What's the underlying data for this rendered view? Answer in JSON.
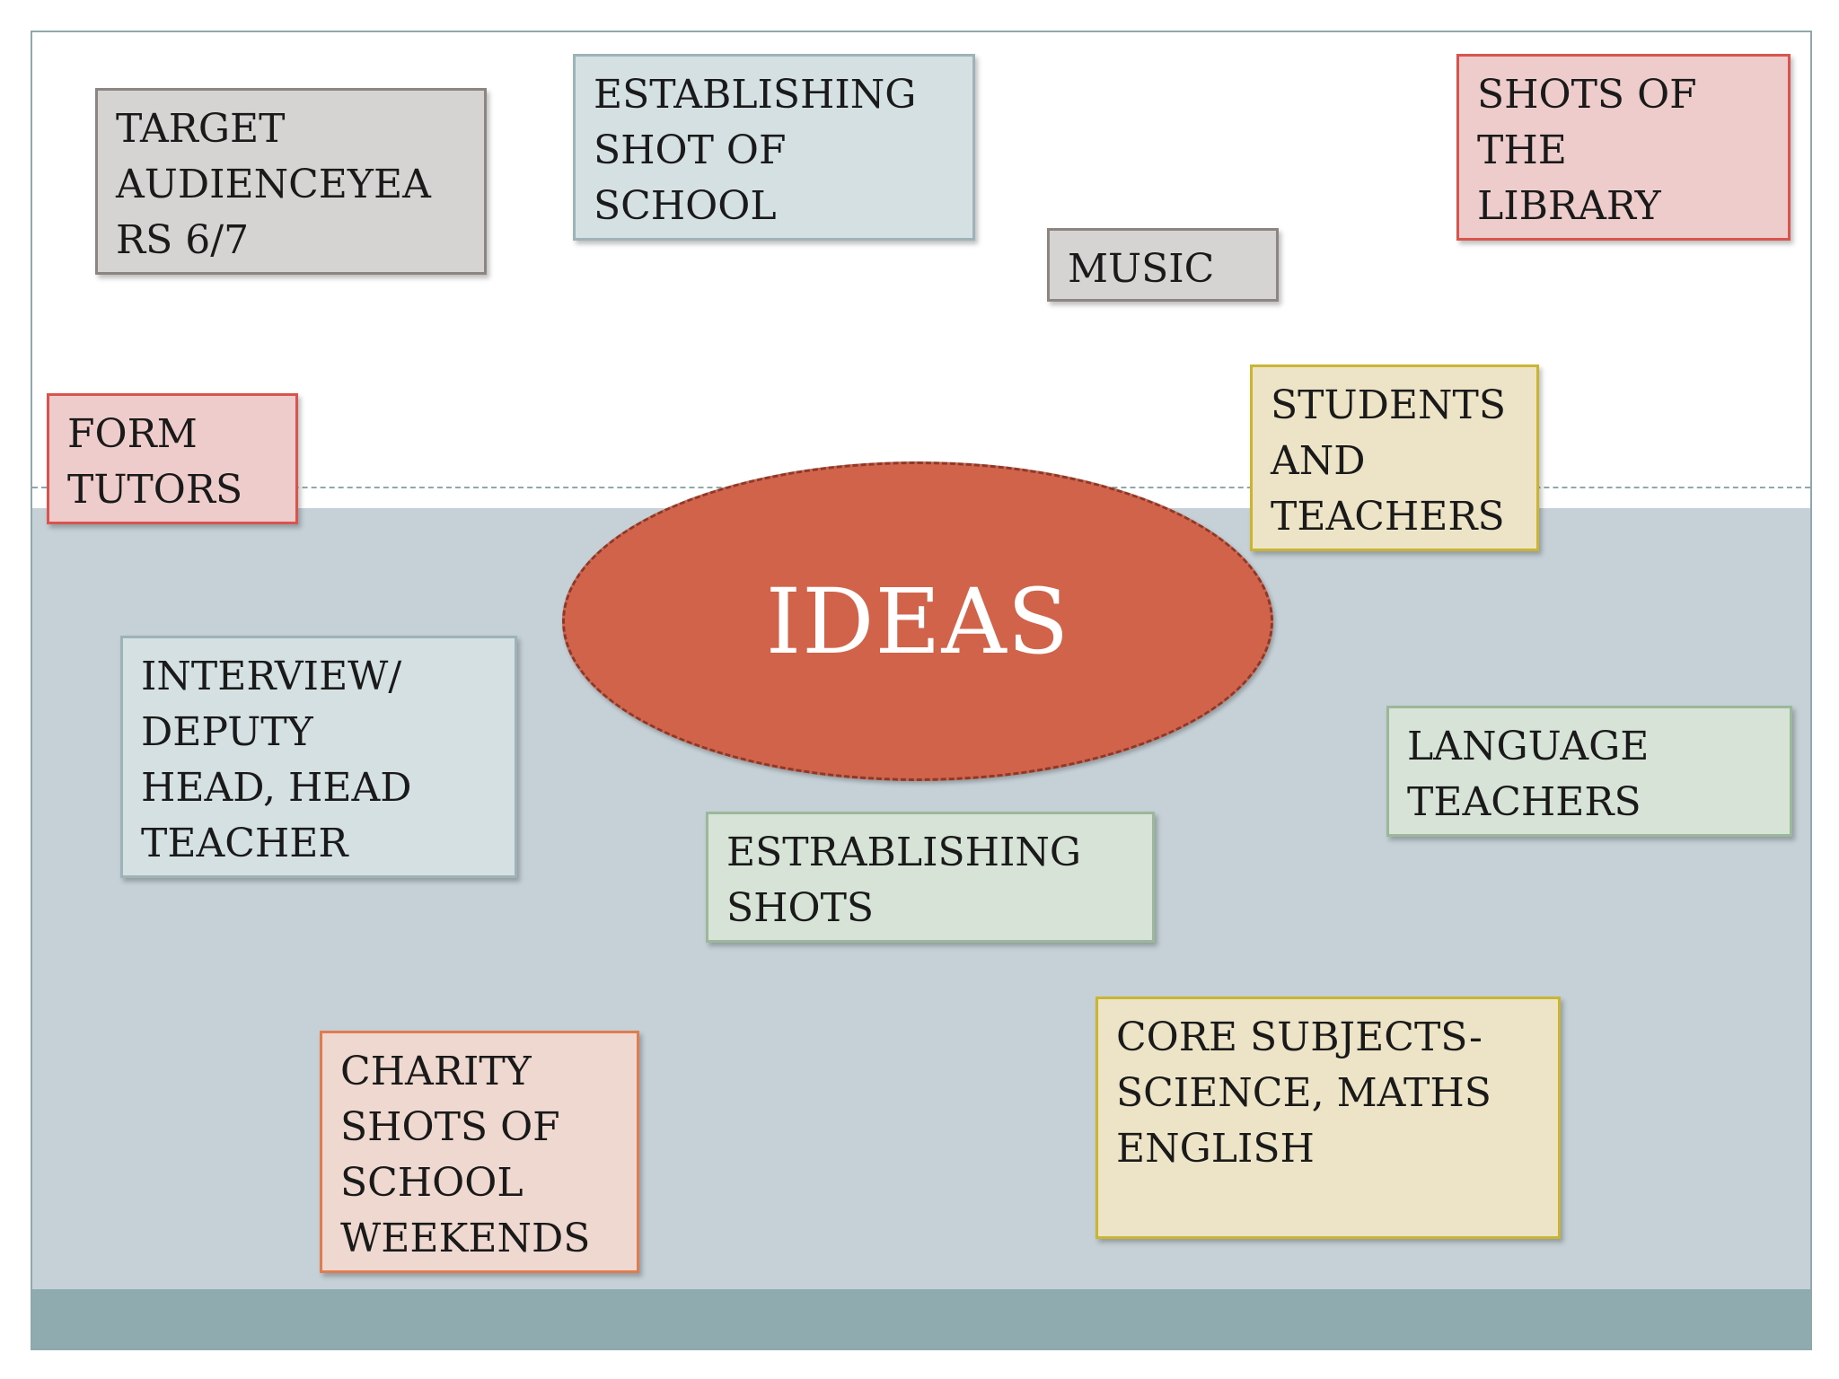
{
  "center": {
    "label": "IDEAS"
  },
  "notes": {
    "target_audience": "TARGET\nAUDIENCEYEA\nRS 6/7",
    "establishing_school": "ESTABLISHING\nSHOT OF\nSCHOOL",
    "shots_library": "SHOTS OF\nTHE\nLIBRARY",
    "music": "MUSIC",
    "form_tutors": "FORM\nTUTORS",
    "students_teachers": "STUDENTS\nAND\nTEACHERS",
    "interview": "INTERVIEW/\nDEPUTY\nHEAD, HEAD\nTEACHER",
    "language_teachers": "LANGUAGE\nTEACHERS",
    "estrablishing_shots": "ESTRABLISHING\nSHOTS",
    "core_subjects": "CORE SUBJECTS-\nSCIENCE, MATHS\nENGLISH",
    "charity": "CHARITY\nSHOTS OF\nSCHOOL\nWEEKENDS"
  }
}
